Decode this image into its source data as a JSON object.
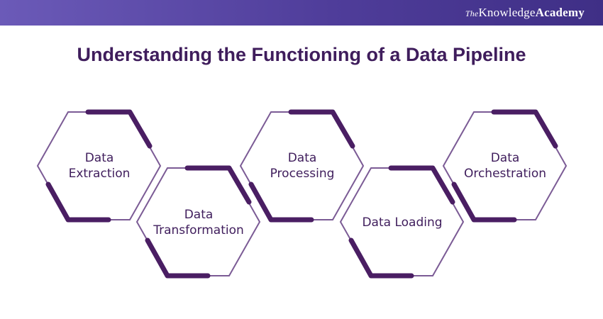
{
  "header": {
    "brand_the": "The",
    "brand_knowledge": "Knowledge",
    "brand_academy": "Academy"
  },
  "title": "Understanding the Functioning of a Data Pipeline",
  "stages": [
    {
      "line1": "Data",
      "line2": "Extraction"
    },
    {
      "line1": "Data",
      "line2": "Transformation"
    },
    {
      "line1": "Data",
      "line2": "Processing"
    },
    {
      "line1": "Data Loading",
      "line2": ""
    },
    {
      "line1": "Data",
      "line2": "Orchestration"
    }
  ],
  "colors": {
    "outline": "#7b5b95",
    "accent": "#4a1e63",
    "title": "#3f1d5c",
    "banner": "#4f3d9a"
  }
}
